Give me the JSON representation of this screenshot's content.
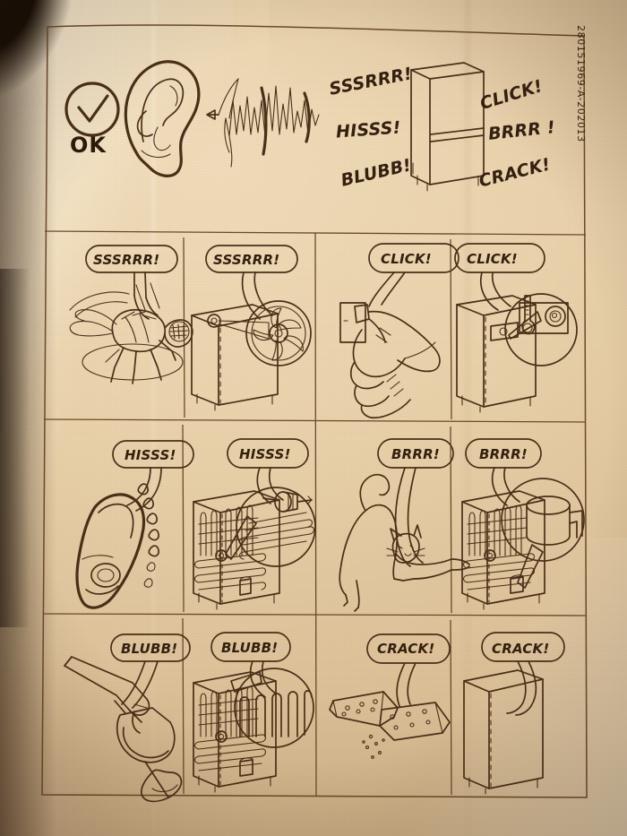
{
  "document": {
    "type": "appliance-instruction-sheet",
    "doc_code": "280151969-A-202013",
    "ok_label": "OK",
    "header": {
      "check_icon": "checkmark-circle-icon",
      "ear_icon": "ear-icon",
      "waveform_icon": "sound-waveform-icon",
      "arrow_icon": "arrow-left-icon",
      "appliance_icon": "refrigerator-icon",
      "sounds_left": [
        "SSSRRR!",
        "HISSS!",
        "BLUBB!"
      ],
      "sounds_right": [
        "CLICK!",
        "BRRR !",
        "CRACK!"
      ]
    },
    "panels": [
      {
        "row": 1,
        "col": 1,
        "bubble": "SSSRRR!",
        "subject": "fly",
        "subject_icon": "fly-icon",
        "side": "analogy"
      },
      {
        "row": 1,
        "col": 2,
        "bubble": "SSSRRR!",
        "subject": "refrigerator-fan",
        "subject_icon": "refrigerator-fan-icon",
        "side": "appliance"
      },
      {
        "row": 1,
        "col": 3,
        "bubble": "CLICK!",
        "subject": "hand-light-switch",
        "subject_icon": "hand-switch-icon",
        "side": "analogy"
      },
      {
        "row": 1,
        "col": 4,
        "bubble": "CLICK!",
        "subject": "refrigerator-thermostat",
        "subject_icon": "thermostat-icon",
        "side": "appliance"
      },
      {
        "row": 2,
        "col": 1,
        "bubble": "HISSS!",
        "subject": "steam-iron",
        "subject_icon": "steam-iron-icon",
        "side": "analogy"
      },
      {
        "row": 2,
        "col": 2,
        "bubble": "HISSS!",
        "subject": "refrigerator-coils",
        "subject_icon": "cooling-coils-icon",
        "side": "appliance"
      },
      {
        "row": 2,
        "col": 3,
        "bubble": "BRRR!",
        "subject": "stretching-cat",
        "subject_icon": "cat-icon",
        "side": "analogy"
      },
      {
        "row": 2,
        "col": 4,
        "bubble": "BRRR!",
        "subject": "refrigerator-compressor",
        "subject_icon": "compressor-icon",
        "side": "appliance"
      },
      {
        "row": 3,
        "col": 1,
        "bubble": "BLUBB!",
        "subject": "pouring-wine-glass",
        "subject_icon": "wine-pour-icon",
        "side": "analogy"
      },
      {
        "row": 3,
        "col": 2,
        "bubble": "BLUBB!",
        "subject": "refrigerator-refrigerant-pipes",
        "subject_icon": "refrigerant-pipes-icon",
        "side": "appliance"
      },
      {
        "row": 3,
        "col": 3,
        "bubble": "CRACK!",
        "subject": "breaking-crackers",
        "subject_icon": "cracker-icon",
        "side": "analogy"
      },
      {
        "row": 3,
        "col": 4,
        "bubble": "CRACK!",
        "subject": "refrigerator-cabinet",
        "subject_icon": "refrigerator-cabinet-icon",
        "side": "appliance"
      }
    ],
    "colors": {
      "paper": "#e9d2ab",
      "ink": "#4a2f18",
      "text": "#33200f",
      "frame": "#6b4a28"
    }
  }
}
